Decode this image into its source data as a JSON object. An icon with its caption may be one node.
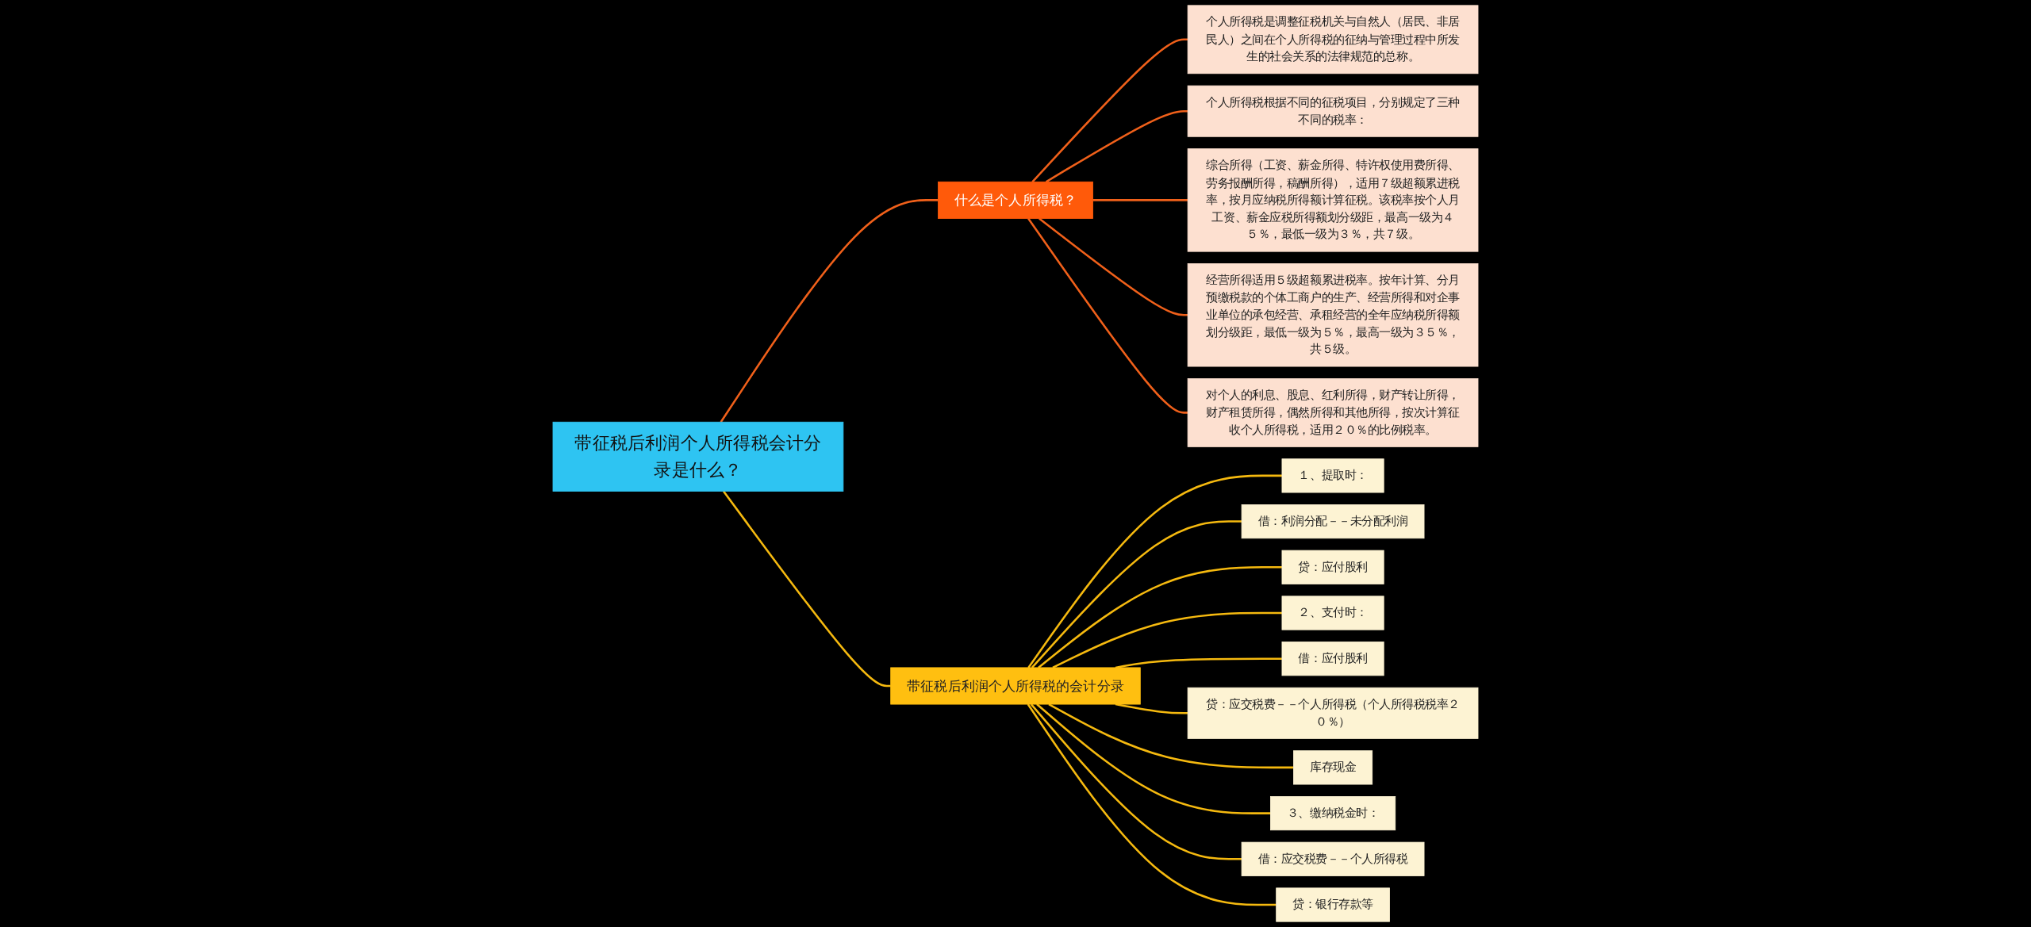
{
  "diagram": {
    "nodes": [
      {
        "text": [
          "带征税后利润个人所得税会计分录是什么？"
        ]
      },
      {
        "text": [
          "什么是个人所得税？"
        ]
      },
      {
        "text": [
          "个人所得税是调整征税机关与自然人（居民、非居民人）之间在个人所得税的征纳与管理过程中所发生的社会关系的法律规范的总称。"
        ]
      },
      {
        "text": [
          "个人所得税根据不同的征税项目，分别规定了三种不同的税率："
        ]
      },
      {
        "text": [
          "综合所得（工资、薪金所得、特许权使用费所得、劳务报酬所得，稿酬所得），适用７级超额累进税率，按月应纳税所得额计算征税。该税率按个人月工资、薪金应税所得额划分级距，最高一级为４５％，最低一级为３％，共７级。"
        ]
      },
      {
        "text": [
          "经营所得适用５级超额累进税率。按年计算、分月预缴税款的个体工商户的生产、经营所得和对企事业单位的承包经营、承租经营的全年应纳税所得额划分级距，最低一级为５％，最高一级为３５％，共５级。"
        ]
      },
      {
        "text": [
          "对个人的利息、股息、红利所得，财产转让所得，财产租赁所得，偶然所得和其他所得，按次计算征收个人所得税，适用２０％的比例税率。"
        ]
      },
      {
        "text": [
          "带征税后利润个人所得税的会计分录"
        ]
      },
      {
        "text": [
          "１、提取时："
        ]
      },
      {
        "text": [
          "借：利润分配－－未分配利润"
        ]
      },
      {
        "text": [
          "贷：应付股利"
        ]
      },
      {
        "text": [
          "２、支付时："
        ]
      },
      {
        "text": [
          "借：应付股利"
        ]
      },
      {
        "text": [
          "贷：应交税费－－个人所得税（个人所得税税率２０％）"
        ]
      },
      {
        "text": [
          "库存现金"
        ]
      },
      {
        "text": [
          "３、缴纳税金时："
        ]
      },
      {
        "text": [
          "借：应交税费－－个人所得税"
        ]
      },
      {
        "text": [
          "贷：银行存款等"
        ]
      }
    ],
    "edges": [
      {
        "from": 0,
        "to": 1,
        "arrow": "none",
        "color": "#f0601a"
      },
      {
        "from": 1,
        "to": 2,
        "arrow": "none",
        "color": "#f0601a"
      },
      {
        "from": 1,
        "to": 3,
        "arrow": "none",
        "color": "#f0601a"
      },
      {
        "from": 1,
        "to": 4,
        "arrow": "none",
        "color": "#f0601a"
      },
      {
        "from": 1,
        "to": 5,
        "arrow": "none",
        "color": "#f0601a"
      },
      {
        "from": 1,
        "to": 6,
        "arrow": "none",
        "color": "#f0601a"
      },
      {
        "from": 0,
        "to": 7,
        "arrow": "none"
      },
      {
        "from": 7,
        "to": 8,
        "arrow": "none"
      },
      {
        "from": 7,
        "to": 9,
        "arrow": "none"
      },
      {
        "from": 7,
        "to": 10,
        "arrow": "none"
      },
      {
        "from": 7,
        "to": 11,
        "arrow": "none"
      },
      {
        "from": 7,
        "to": 12,
        "arrow": "none"
      },
      {
        "from": 7,
        "to": 13,
        "arrow": "none"
      },
      {
        "from": 7,
        "to": 14,
        "arrow": "none"
      },
      {
        "from": 7,
        "to": 15,
        "arrow": "none"
      },
      {
        "from": 7,
        "to": 16,
        "arrow": "none"
      },
      {
        "from": 7,
        "to": 17,
        "arrow": "none"
      }
    ]
  }
}
